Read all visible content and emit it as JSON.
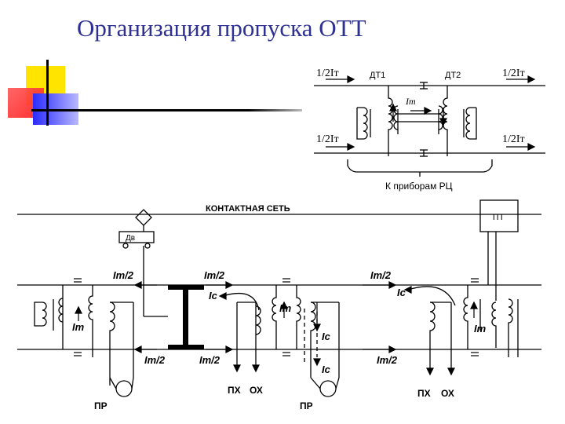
{
  "title": "Организация пропуска ОТТ",
  "colors": {
    "title": "#2e3192",
    "yellow": "#ffe400",
    "red": "#ff2a2a",
    "blue": "#2b2bff",
    "line": "#000000"
  },
  "top_diagram": {
    "left_top": "1/2Iт",
    "left_bottom": "1/2Iт",
    "right_top": "1/2Iт",
    "right_bottom": "1/2Iт",
    "dt1": "ДТ1",
    "dt2": "ДТ2",
    "current": "Iт",
    "footer": "К приборам РЦ"
  },
  "main_diagram": {
    "contact_net": "КОНТАКТНАЯ СЕТЬ",
    "tp": "ТП",
    "dv": "Дв",
    "im2": "Im/2",
    "im": "Im",
    "ic": "Ic",
    "px": "ПХ",
    "ox": "ОХ",
    "pr": "ПР"
  }
}
